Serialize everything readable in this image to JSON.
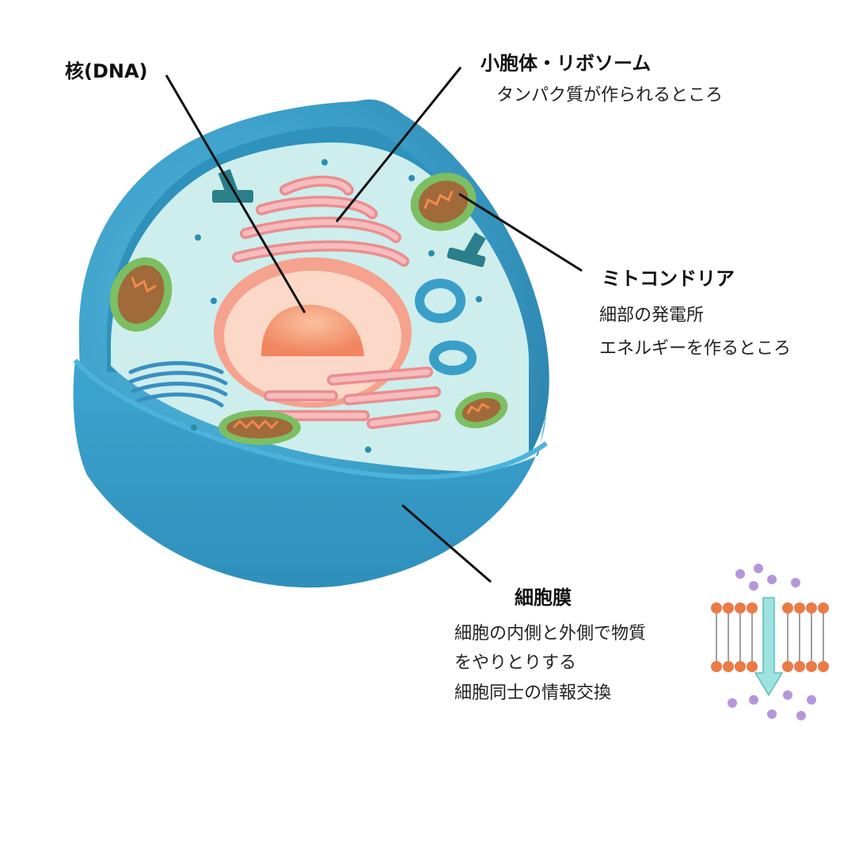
{
  "labels": {
    "nucleus": {
      "title": "核(DNA)"
    },
    "golgi": {
      "title": "小胞体・リボソーム",
      "desc": [
        "タンパク質が作られるところ"
      ]
    },
    "mitochondria": {
      "title": "ミトコンドリア",
      "desc": [
        "細部の発電所",
        "エネルギーを作るところ"
      ]
    },
    "membrane": {
      "title": "細胞膜",
      "desc": [
        "細胞の内側と外側で物質",
        "をやりとりする",
        "細胞同士の情報交換"
      ]
    }
  },
  "colors": {
    "membrane_outer": "#3a9fc8",
    "membrane_dark": "#2a7fa8",
    "cytoplasm": "#cdeeed",
    "er": "#f2a3a4",
    "nucleus_envelope": "#fbd3c4",
    "nucleolus": "#f68c60",
    "mitochondria_outer": "#7cbf63",
    "mitochondria_inner": "#a06a3a",
    "vesicle": "#3a9fc8",
    "lipid_head": "#ec7a45",
    "molecule": "#b597d9",
    "arrow": "#9ee3e0"
  },
  "icons": [
    "cell-diagram",
    "lipid-bilayer-icon",
    "transport-arrow-icon"
  ]
}
